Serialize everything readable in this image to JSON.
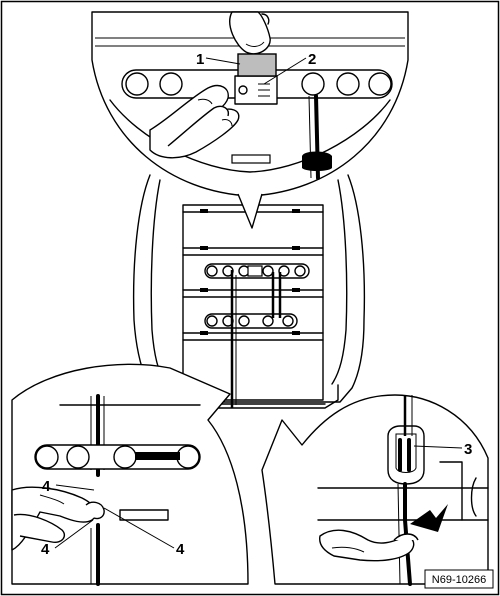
{
  "figure": {
    "reference_number": "N69-10266",
    "callouts": [
      {
        "id": "c1",
        "label": "1"
      },
      {
        "id": "c2",
        "label": "2"
      },
      {
        "id": "c3",
        "label": "3"
      },
      {
        "id": "c4a",
        "label": "4"
      },
      {
        "id": "c4b",
        "label": "4"
      },
      {
        "id": "c4c",
        "label": "4"
      }
    ],
    "colors": {
      "ink": "#000000",
      "paper": "#ffffff",
      "shade": "#bdbdbd"
    }
  }
}
